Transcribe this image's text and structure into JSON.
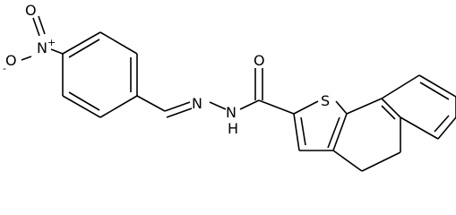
{
  "diagram": {
    "type": "chemical-structure",
    "atoms": {
      "nitro_O_top": "O",
      "nitro_N": "N",
      "nitro_N_charge": "+",
      "nitro_O_left": "O",
      "nitro_O_left_charge": "-",
      "hydrazone_N1": "N",
      "hydrazone_N2": "N",
      "amide_H": "H",
      "carbonyl_O": "O",
      "thiophene_S": "S"
    }
  }
}
